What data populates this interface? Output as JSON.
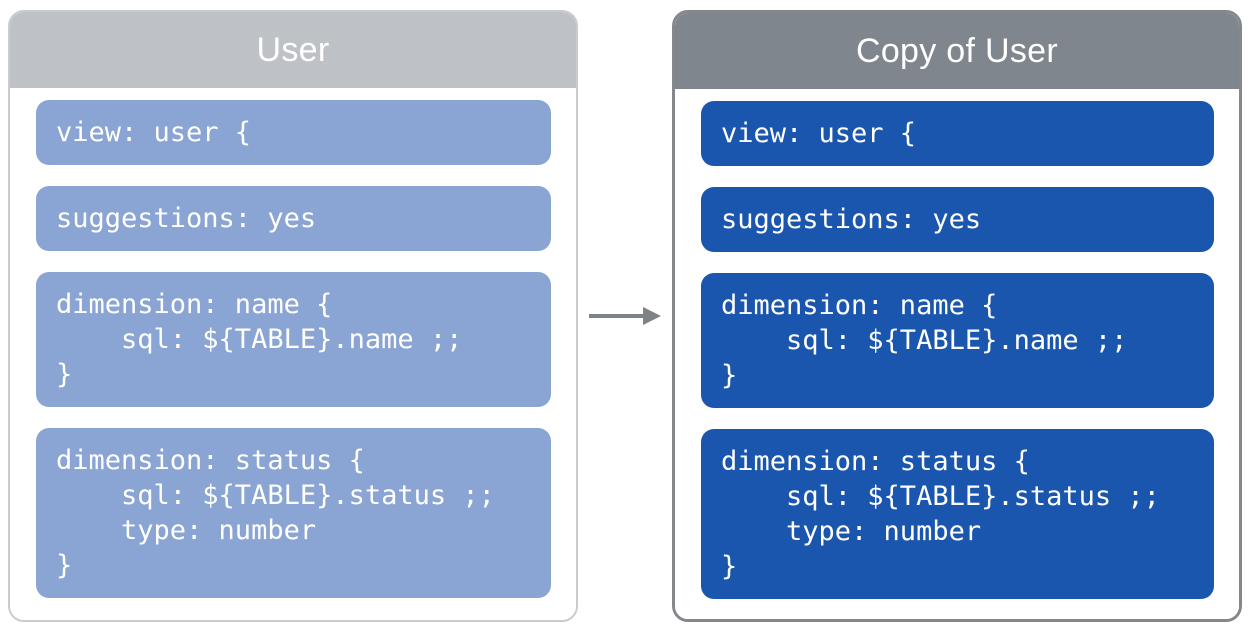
{
  "colors": {
    "left_header_bg": "#BEC2C6",
    "right_header_bg": "#7F868D",
    "left_block_bg": "#8AA5D3",
    "right_block_bg": "#1B56AE",
    "left_panel_border": "#C9CBCE",
    "right_panel_border": "#84888C",
    "arrow_color": "#7E8387",
    "title_text": "#FFFFFF",
    "code_text": "#FFFFFF"
  },
  "arrow_icon": "right-arrow",
  "panels": [
    {
      "title": "User",
      "blocks": [
        {
          "code": "view: user {"
        },
        {
          "code": "suggestions: yes"
        },
        {
          "code": "dimension: name {\n    sql: ${TABLE}.name ;;\n}"
        },
        {
          "code": "dimension: status {\n    sql: ${TABLE}.status ;;\n    type: number\n}"
        }
      ]
    },
    {
      "title": "Copy of User",
      "blocks": [
        {
          "code": "view: user {"
        },
        {
          "code": "suggestions: yes"
        },
        {
          "code": "dimension: name {\n    sql: ${TABLE}.name ;;\n}"
        },
        {
          "code": "dimension: status {\n    sql: ${TABLE}.status ;;\n    type: number\n}"
        }
      ]
    }
  ]
}
